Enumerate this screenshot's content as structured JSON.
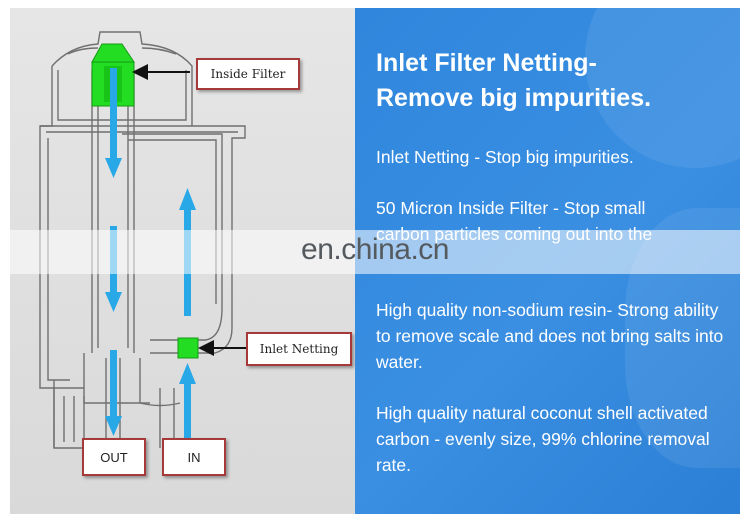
{
  "diagram": {
    "inside_filter_label": "Inside Filter",
    "inlet_netting_label": "Inlet Netting",
    "out_label": "OUT",
    "in_label": "IN",
    "colors": {
      "label_border": "#a63a3a",
      "filter_green": "#22dd22",
      "flow_arrow": "#29a8e8",
      "housing_line": "#707070"
    }
  },
  "info": {
    "title_line1": "Inlet Filter Netting-",
    "title_line2": "Remove big impurities.",
    "para1": "Inlet Netting - Stop big impurities.",
    "para2_line1": "50 Micron Inside Filter - Stop small",
    "para2_line2": "carbon particles coming out into the",
    "para3": "High quality non-sodium resin- Strong ability to remove scale and does not bring salts into water.",
    "para4": "High quality natural coconut shell activated carbon - evenly size, 99% chlorine removal rate.",
    "background_color": "#3189de"
  },
  "watermark": {
    "text": "en.china.cn"
  }
}
